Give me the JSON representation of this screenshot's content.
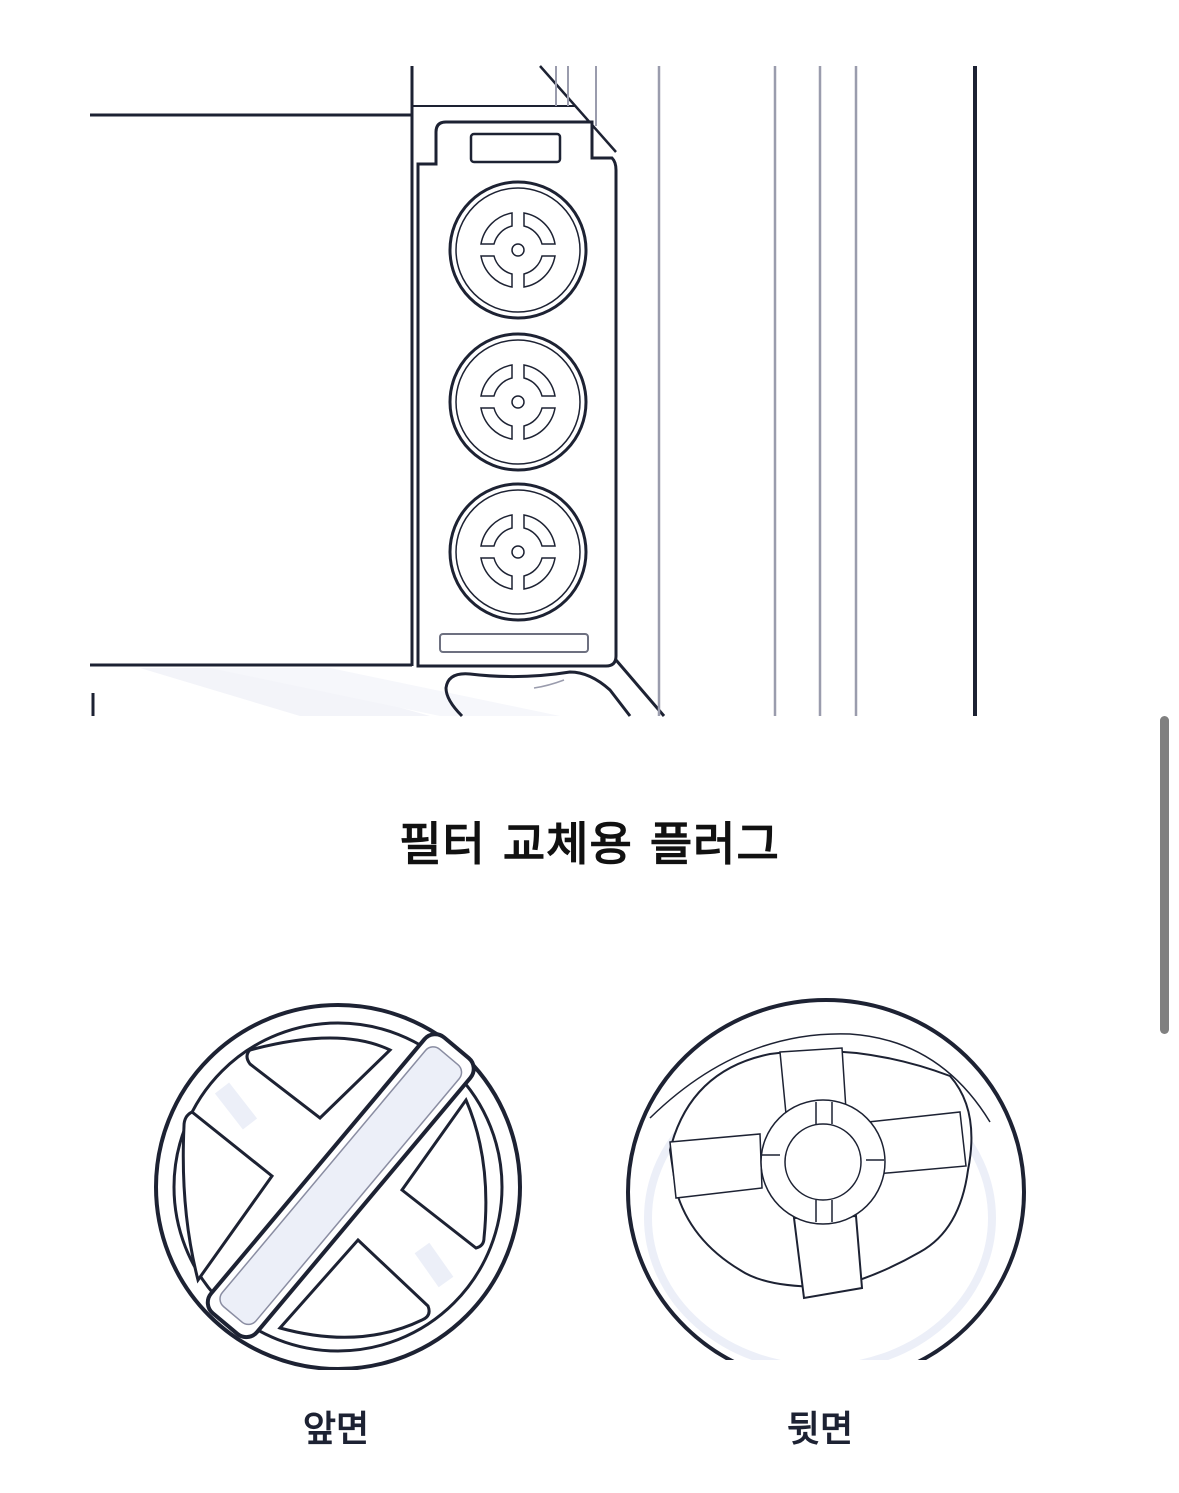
{
  "figure": {
    "top_illustration": "fridge-filter-housing-with-three-filters",
    "caption": "필터 교체용 플러그"
  },
  "plugs": [
    {
      "side": "front",
      "label": "앞면"
    },
    {
      "side": "back",
      "label": "뒷면"
    }
  ],
  "colors": {
    "line": "#1d2233",
    "light_line": "#9a9cad",
    "fill_tint": "#eceff8"
  },
  "scrollbar": {
    "visible": true
  }
}
